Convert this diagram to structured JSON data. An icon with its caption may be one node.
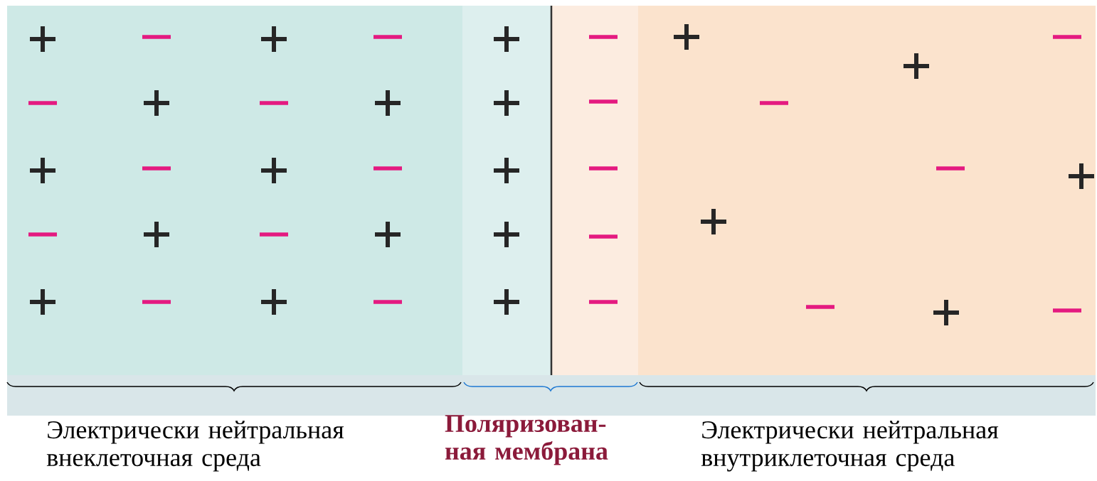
{
  "diagram": {
    "labels": [
      "Электрически нейтральная внеклеточная среда",
      "Поляризован- ная мембрана",
      "Электрически нейтральная внутриклеточная среда"
    ]
  }
}
